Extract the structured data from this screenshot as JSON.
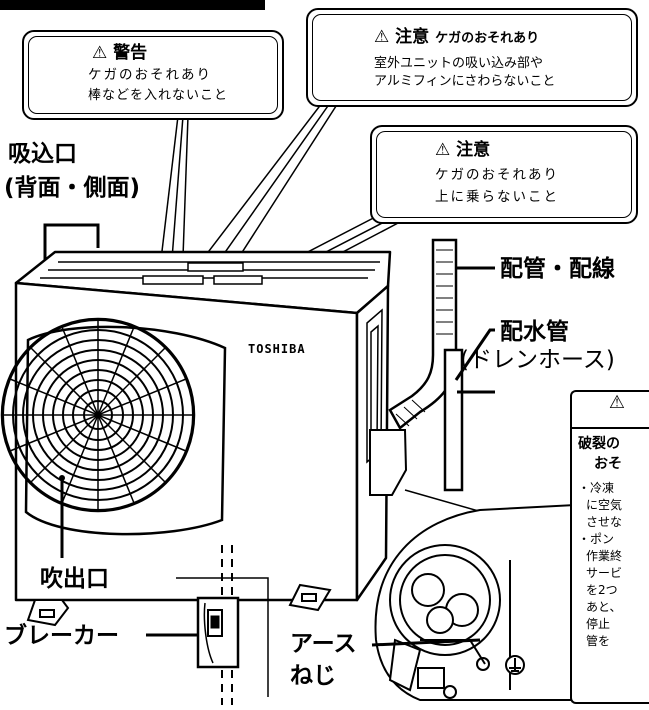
{
  "labels": {
    "intake": "吸込口",
    "intake_sub": "(背面・側面)",
    "pipe": "配管・配線",
    "drain": "配水管",
    "drain_sub": "(ドレンホース)",
    "outlet": "吹出口",
    "breaker": "ブレーカー",
    "earth_1": "アース",
    "earth_2": "ねじ",
    "brand": "TOSHIBA"
  },
  "warning1": {
    "title": "警告",
    "line1": "ケガのおそれあり",
    "line2": "棒などを入れないこと"
  },
  "caution1": {
    "title": "注意",
    "subtitle": "ケガのおそれあり",
    "line1": "室外ユニットの吸い込み部や",
    "line2": "アルミフィンにさわらないこと"
  },
  "caution2": {
    "title": "注意",
    "line1": "ケガのおそれあり",
    "line2": "上に乗らないこと"
  },
  "partial_panel": {
    "lines": [
      "破裂の",
      "おそ",
      "・冷凍",
      "に空気",
      "させな",
      "・ポン",
      "作業終",
      "サービ",
      "を2つ",
      "あと、",
      "停止",
      "管を"
    ]
  }
}
